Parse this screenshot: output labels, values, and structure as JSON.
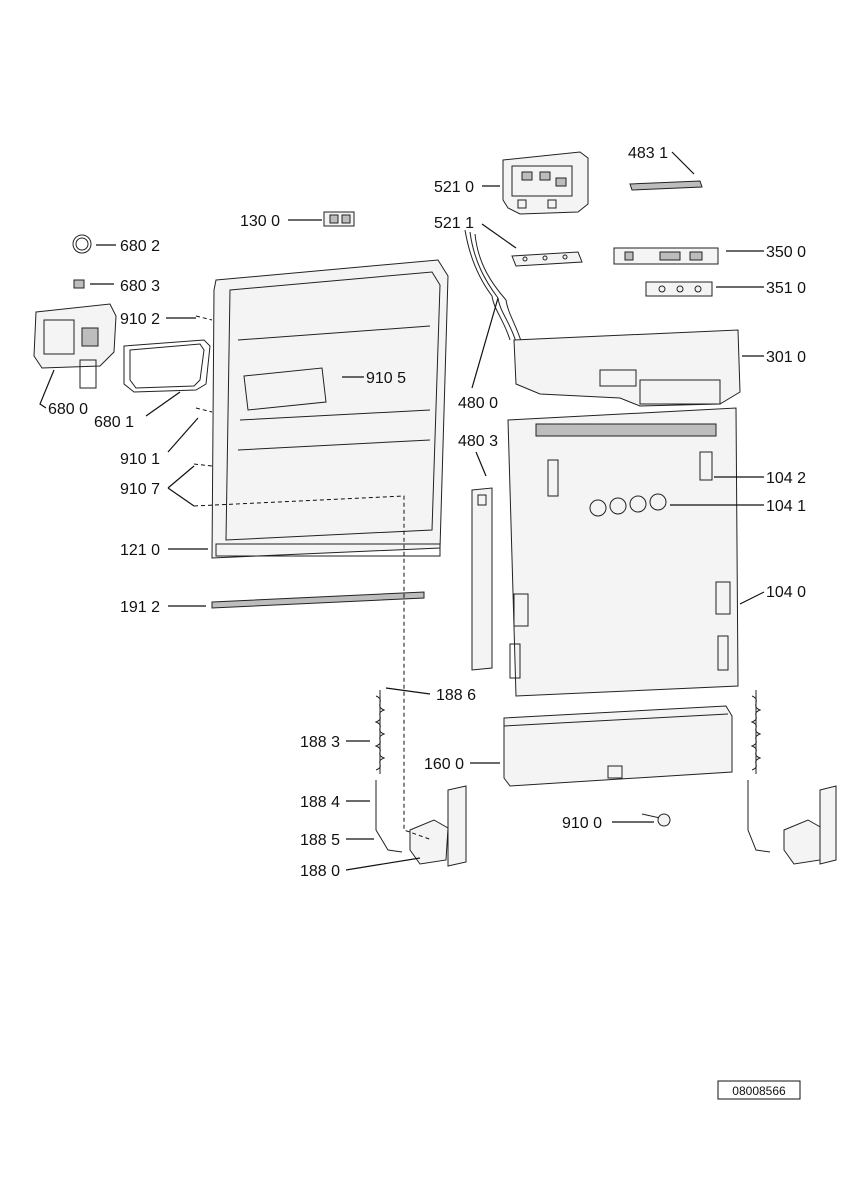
{
  "document_id": "08008566",
  "callouts": {
    "c4831": "483 1",
    "c5210": "521 0",
    "c1300": "130 0",
    "c5211": "521 1",
    "c6802": "680 2",
    "c3500": "350 0",
    "c6803": "680 3",
    "c3510": "351 0",
    "c9102": "910 2",
    "c3010": "301 0",
    "c9105": "910 5",
    "c6800": "680 0",
    "c6801": "680 1",
    "c4800": "480 0",
    "c9101": "910 1",
    "c4803": "480 3",
    "c9107": "910 7",
    "c1042": "104 2",
    "c1041": "104 1",
    "c1210": "121 0",
    "c1040": "104 0",
    "c1912": "191 2",
    "c1886": "188 6",
    "c1883": "188 3",
    "c1600": "160 0",
    "c1884": "188 4",
    "c9100": "910 0",
    "c1885": "188 5",
    "c1880": "188 0"
  }
}
